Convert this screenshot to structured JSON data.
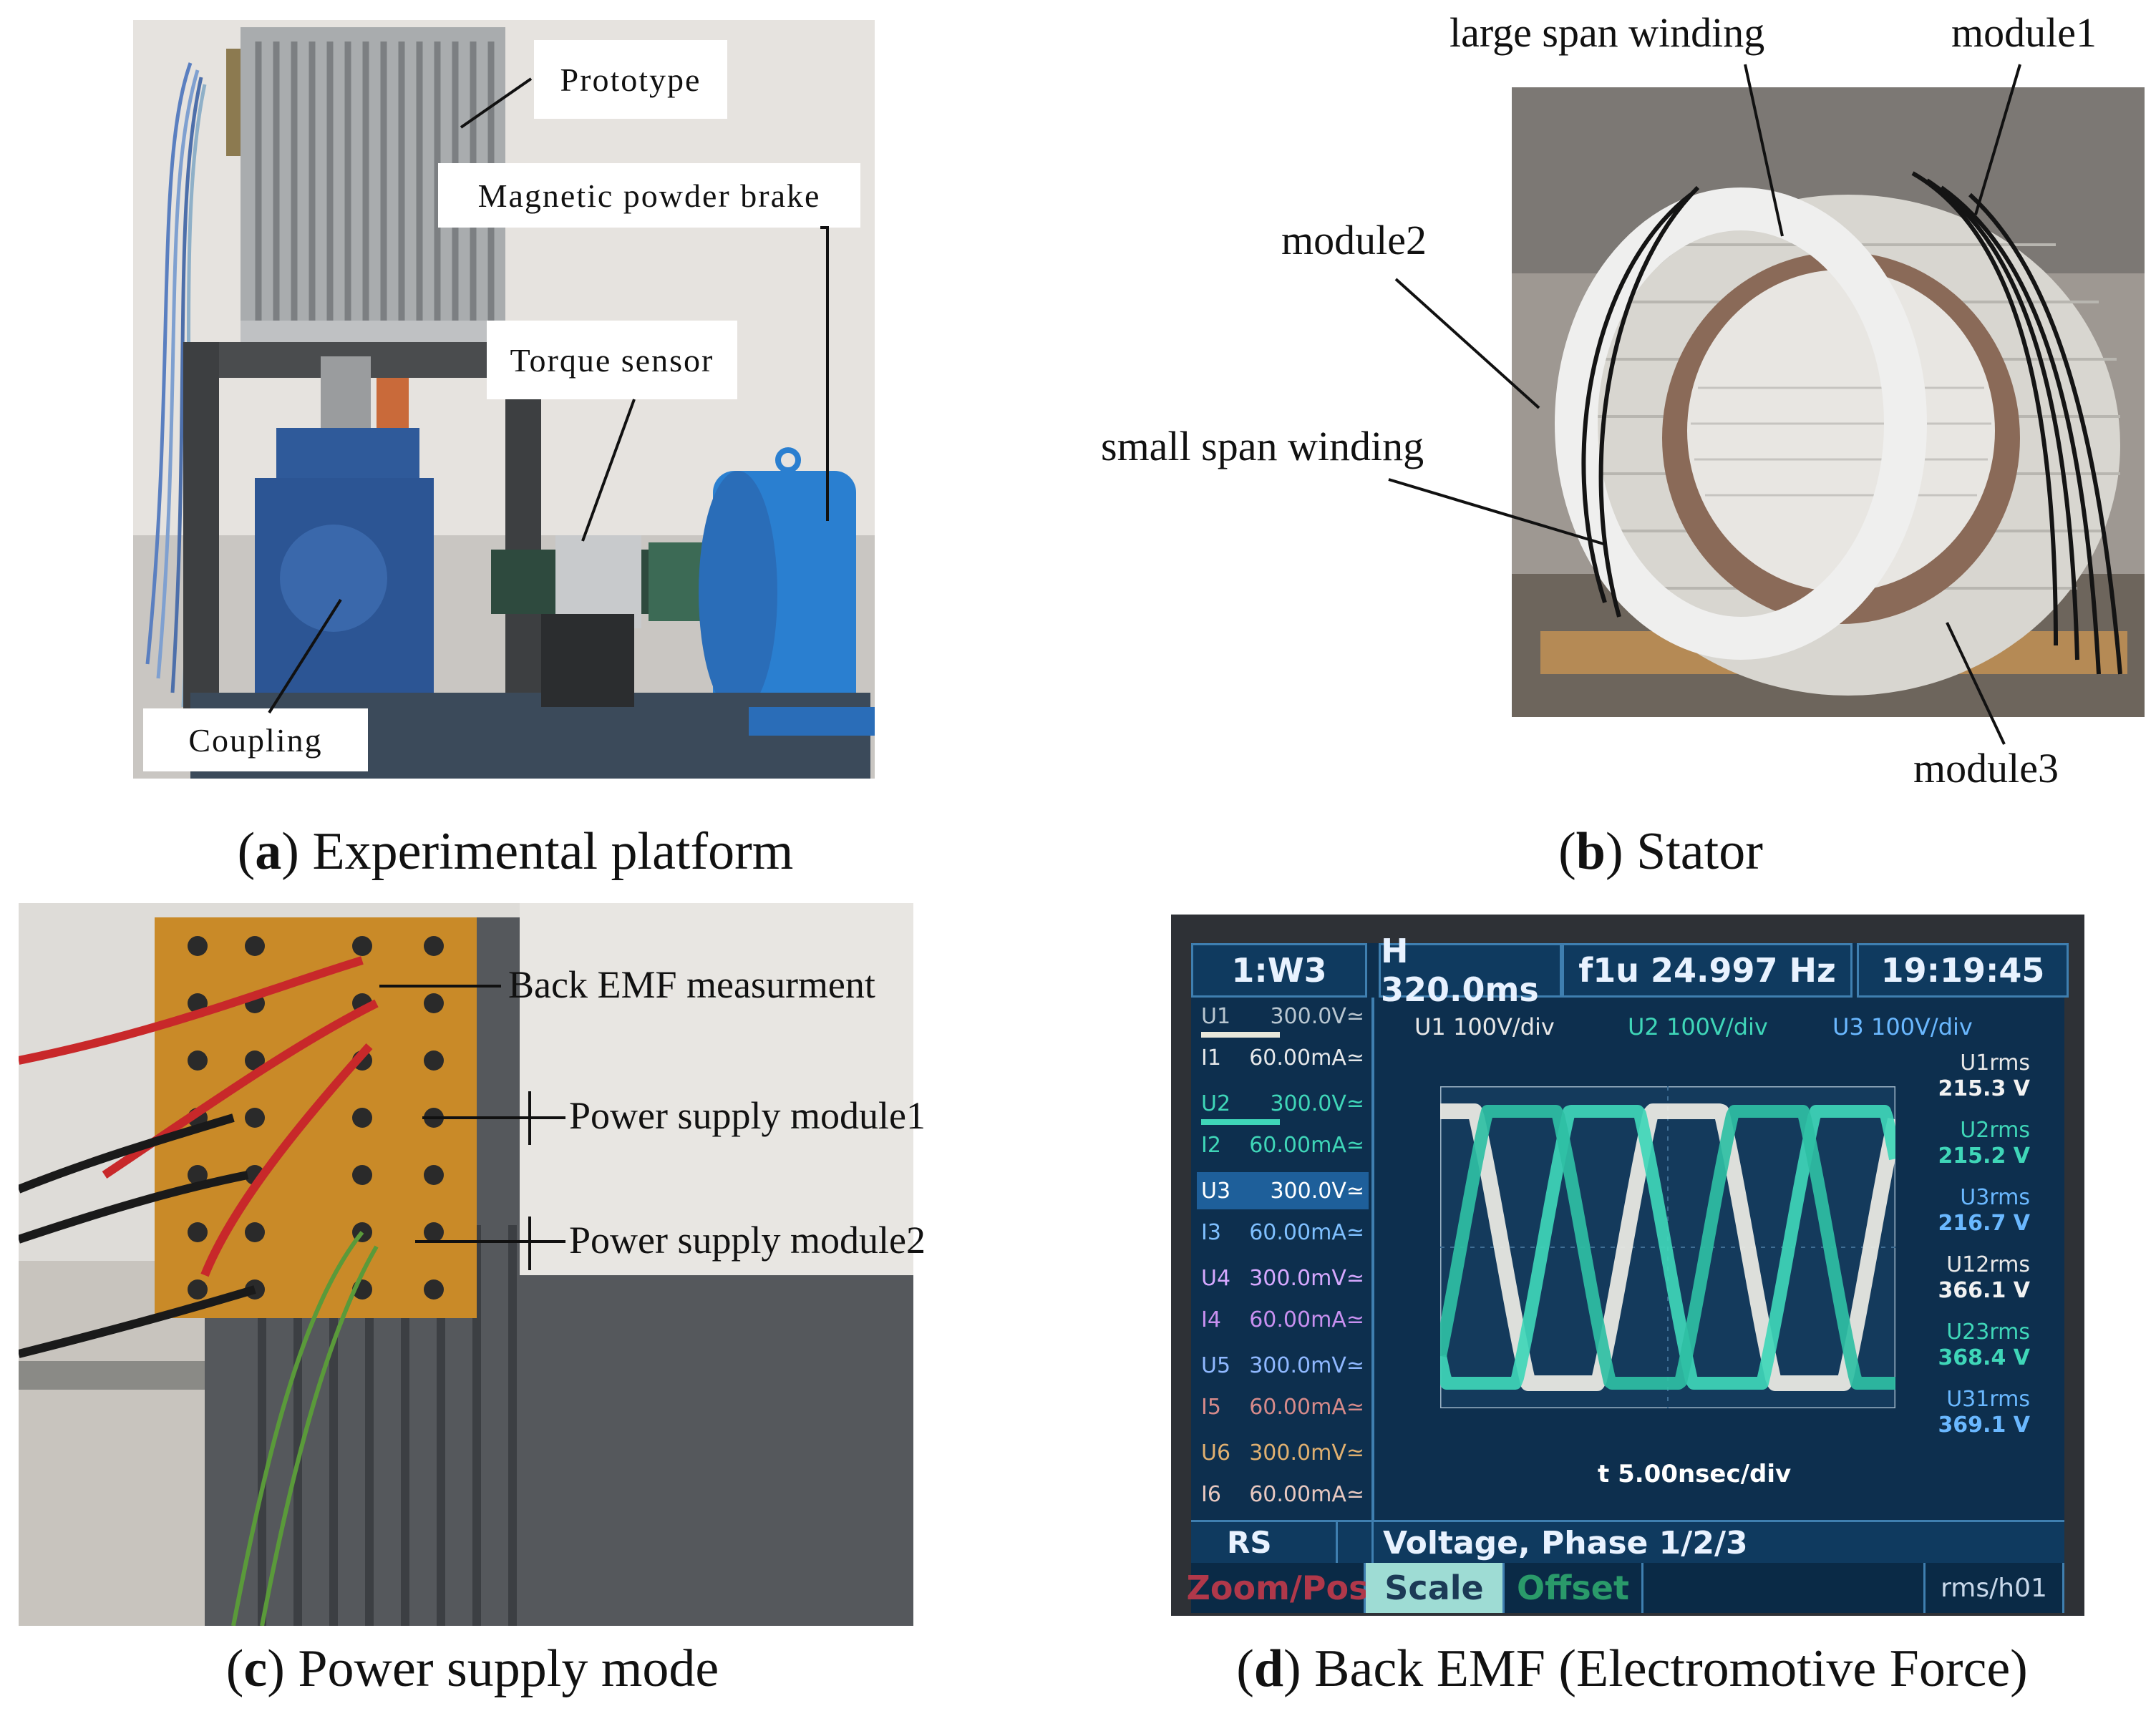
{
  "panel_a": {
    "caption_letter": "a",
    "caption_text": "Experimental platform",
    "labels": {
      "prototype": "Prototype",
      "brake": "Magnetic powder brake",
      "torque": "Torque sensor",
      "coupling": "Coupling"
    }
  },
  "panel_b": {
    "caption_letter": "b",
    "caption_text": "Stator",
    "labels": {
      "large_span": "large span winding",
      "module1": "module1",
      "module2": "module2",
      "small_span": "small span winding",
      "module3": "module3"
    }
  },
  "panel_c": {
    "caption_letter": "c",
    "caption_text": "Power supply mode",
    "labels": {
      "back_emf": "Back EMF measurment",
      "ps1": "Power supply module1",
      "ps2": "Power supply module2"
    }
  },
  "panel_d": {
    "caption_letter": "d",
    "caption_text": "Back EMF (Electromotive Force)",
    "scope": {
      "mode": "1:W3",
      "timebase": "H 320.0ms",
      "freq": "f1u 24.997 Hz",
      "clock": "19:19:45",
      "channels": [
        {
          "u": "U1",
          "urange": "300.0V≃",
          "i": "I1",
          "irange": "60.00mA≃",
          "color": "#e8e8dc"
        },
        {
          "u": "U2",
          "urange": "300.0V≃",
          "i": "I2",
          "irange": "60.00mA≃",
          "color": "#3fd6b8"
        },
        {
          "u": "U3",
          "urange": "300.0V≃",
          "i": "I3",
          "irange": "60.00mA≃",
          "color": "#5fb0ff"
        },
        {
          "u": "U4",
          "urange": "300.0mV≃",
          "i": "I4",
          "irange": "60.00mA≃",
          "color": "#c26ad6"
        },
        {
          "u": "U5",
          "urange": "300.0mV≃",
          "i": "I5",
          "irange": "60.00mA≃",
          "color": "#6aa0e0"
        },
        {
          "u": "U6",
          "urange": "300.0mV≃",
          "i": "I6",
          "irange": "60.00mA≃",
          "color": "#d89a5a"
        }
      ],
      "scales": [
        "U1 100V/div",
        "U2 100V/div",
        "U3 100V/div"
      ],
      "rms": [
        {
          "name": "U1rms",
          "value": "215.3 V",
          "color": "#e8e8e8"
        },
        {
          "name": "U2rms",
          "value": "215.2 V",
          "color": "#3fd6b8"
        },
        {
          "name": "U3rms",
          "value": "216.7 V",
          "color": "#6ab8ff"
        },
        {
          "name": "U12rms",
          "value": "366.1 V",
          "color": "#e8e8e8"
        },
        {
          "name": "U23rms",
          "value": "368.4 V",
          "color": "#3fd6b8"
        },
        {
          "name": "U31rms",
          "value": "369.1 V",
          "color": "#6ab8ff"
        }
      ],
      "time_div": "t 5.00nsec/div",
      "status_left": "RS",
      "status_main": "Voltage, Phase 1/2/3",
      "softkeys": [
        "Zoom/Pos",
        "Scale",
        "Offset",
        "",
        "rms/h01"
      ]
    }
  }
}
